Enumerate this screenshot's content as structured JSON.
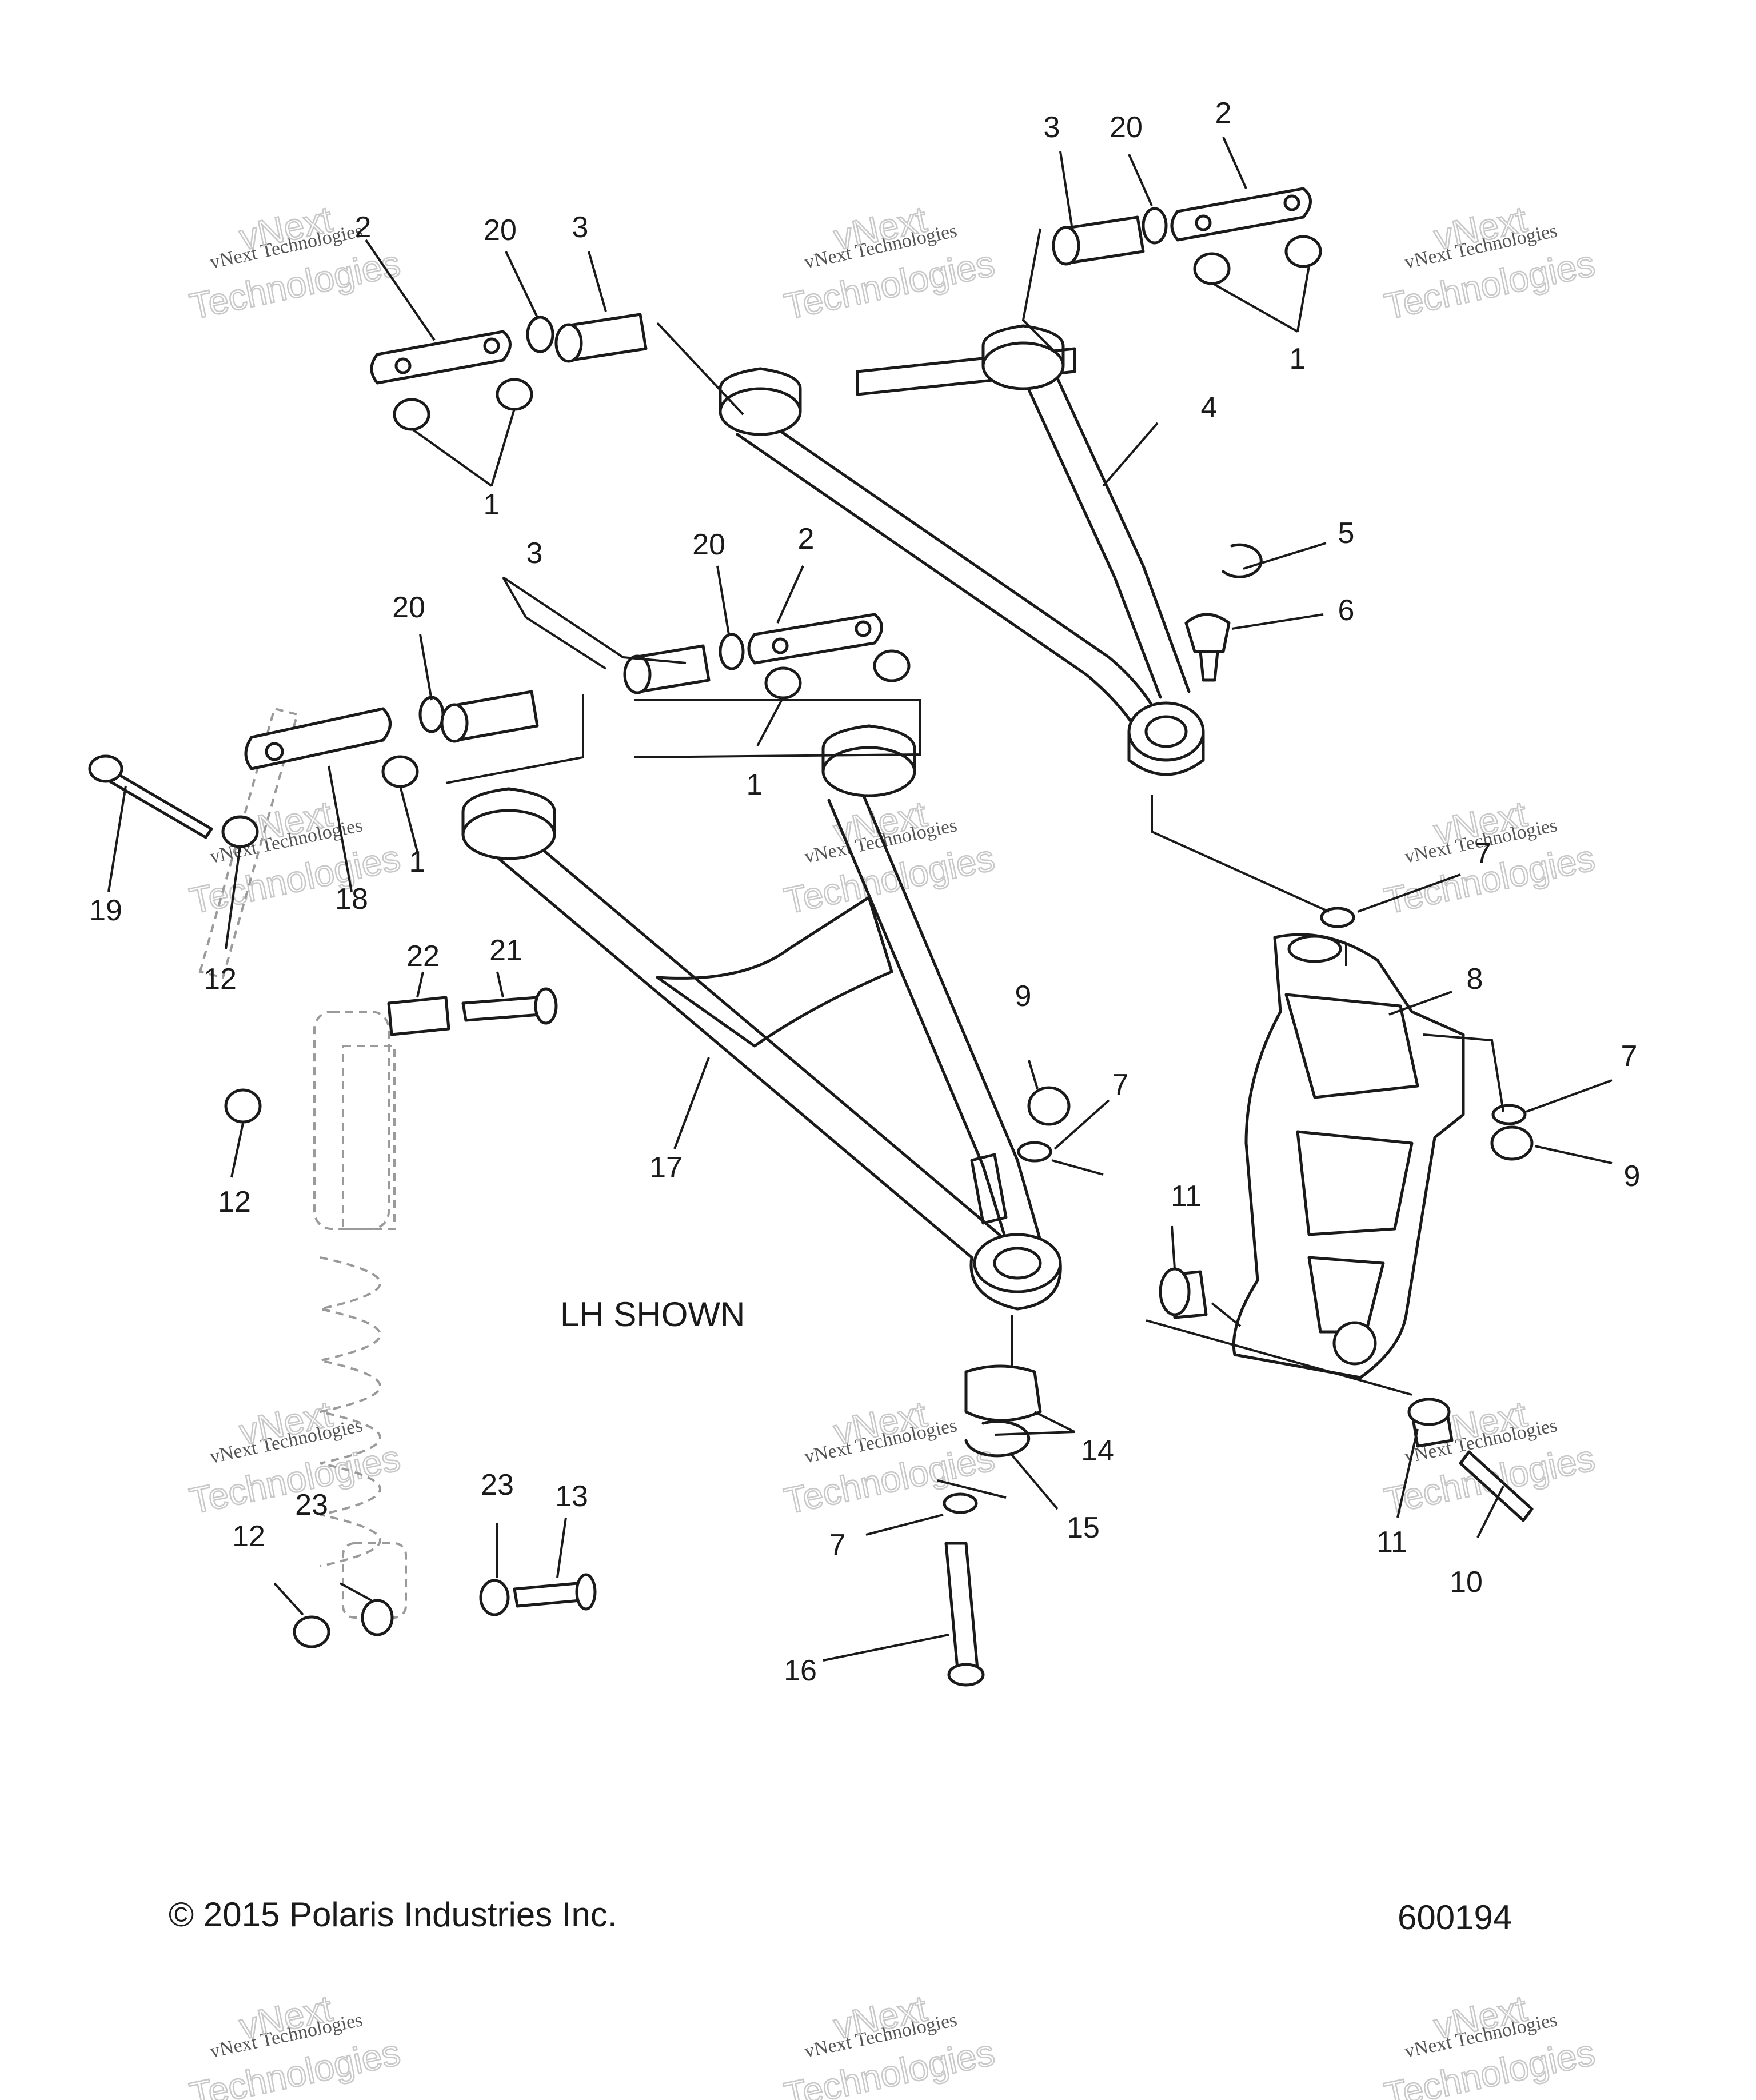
{
  "caption": {
    "lh_shown": "LH SHOWN",
    "copyright": "© 2015 Polaris Industries Inc.",
    "figure_number": "600194"
  },
  "watermark": {
    "line1": "vNext Technologies",
    "line2": "vNext",
    "line3": "Technologies"
  },
  "callouts": [
    {
      "label": "2"
    },
    {
      "label": "20"
    },
    {
      "label": "3"
    },
    {
      "label": "1"
    },
    {
      "label": "3"
    },
    {
      "label": "20"
    },
    {
      "label": "2"
    },
    {
      "label": "1"
    },
    {
      "label": "4"
    },
    {
      "label": "5"
    },
    {
      "label": "6"
    },
    {
      "label": "3"
    },
    {
      "label": "20"
    },
    {
      "label": "2"
    },
    {
      "label": "20"
    },
    {
      "label": "1"
    },
    {
      "label": "1"
    },
    {
      "label": "18"
    },
    {
      "label": "19"
    },
    {
      "label": "12"
    },
    {
      "label": "7"
    },
    {
      "label": "8"
    },
    {
      "label": "7"
    },
    {
      "label": "9"
    },
    {
      "label": "22"
    },
    {
      "label": "21"
    },
    {
      "label": "12"
    },
    {
      "label": "9"
    },
    {
      "label": "7"
    },
    {
      "label": "17"
    },
    {
      "label": "11"
    },
    {
      "label": "14"
    },
    {
      "label": "15"
    },
    {
      "label": "7"
    },
    {
      "label": "16"
    },
    {
      "label": "11"
    },
    {
      "label": "10"
    },
    {
      "label": "12"
    },
    {
      "label": "23"
    },
    {
      "label": "23"
    },
    {
      "label": "13"
    }
  ]
}
